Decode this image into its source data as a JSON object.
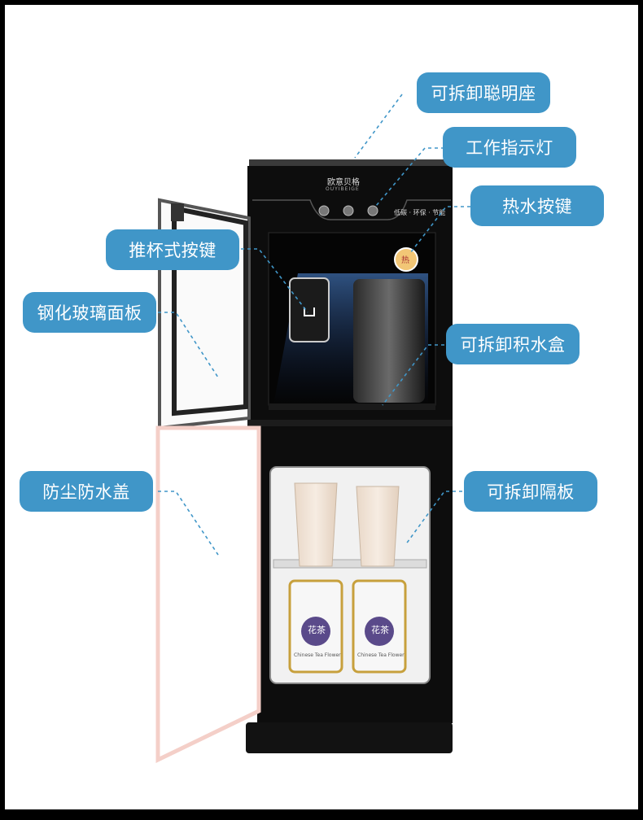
{
  "brand": {
    "name_cn": "欧意贝格",
    "name_en": "OUYIBEIGE"
  },
  "panel_text": "低碳 · 环保 · 节能",
  "badge_text": "热",
  "canister_text": "花茶",
  "canister_sub": "Chinese Tea Flower",
  "colors": {
    "label_bg": "#4096c8",
    "leader_line": "#4096c8",
    "body": "#0d0d0d",
    "door_edge": "#f4cfc8"
  },
  "callouts": [
    {
      "id": "detachable-seat",
      "text": "可拆卸聪明座"
    },
    {
      "id": "indicator-light",
      "text": "工作指示灯"
    },
    {
      "id": "hot-water-button",
      "text": "热水按键"
    },
    {
      "id": "push-cup-button",
      "text": "推杯式按键"
    },
    {
      "id": "tempered-glass-panel",
      "text": "钢化玻璃面板"
    },
    {
      "id": "drip-tray",
      "text": "可拆卸积水盒"
    },
    {
      "id": "dust-cover",
      "text": "防尘防水盖"
    },
    {
      "id": "shelf",
      "text": "可拆卸隔板"
    }
  ]
}
